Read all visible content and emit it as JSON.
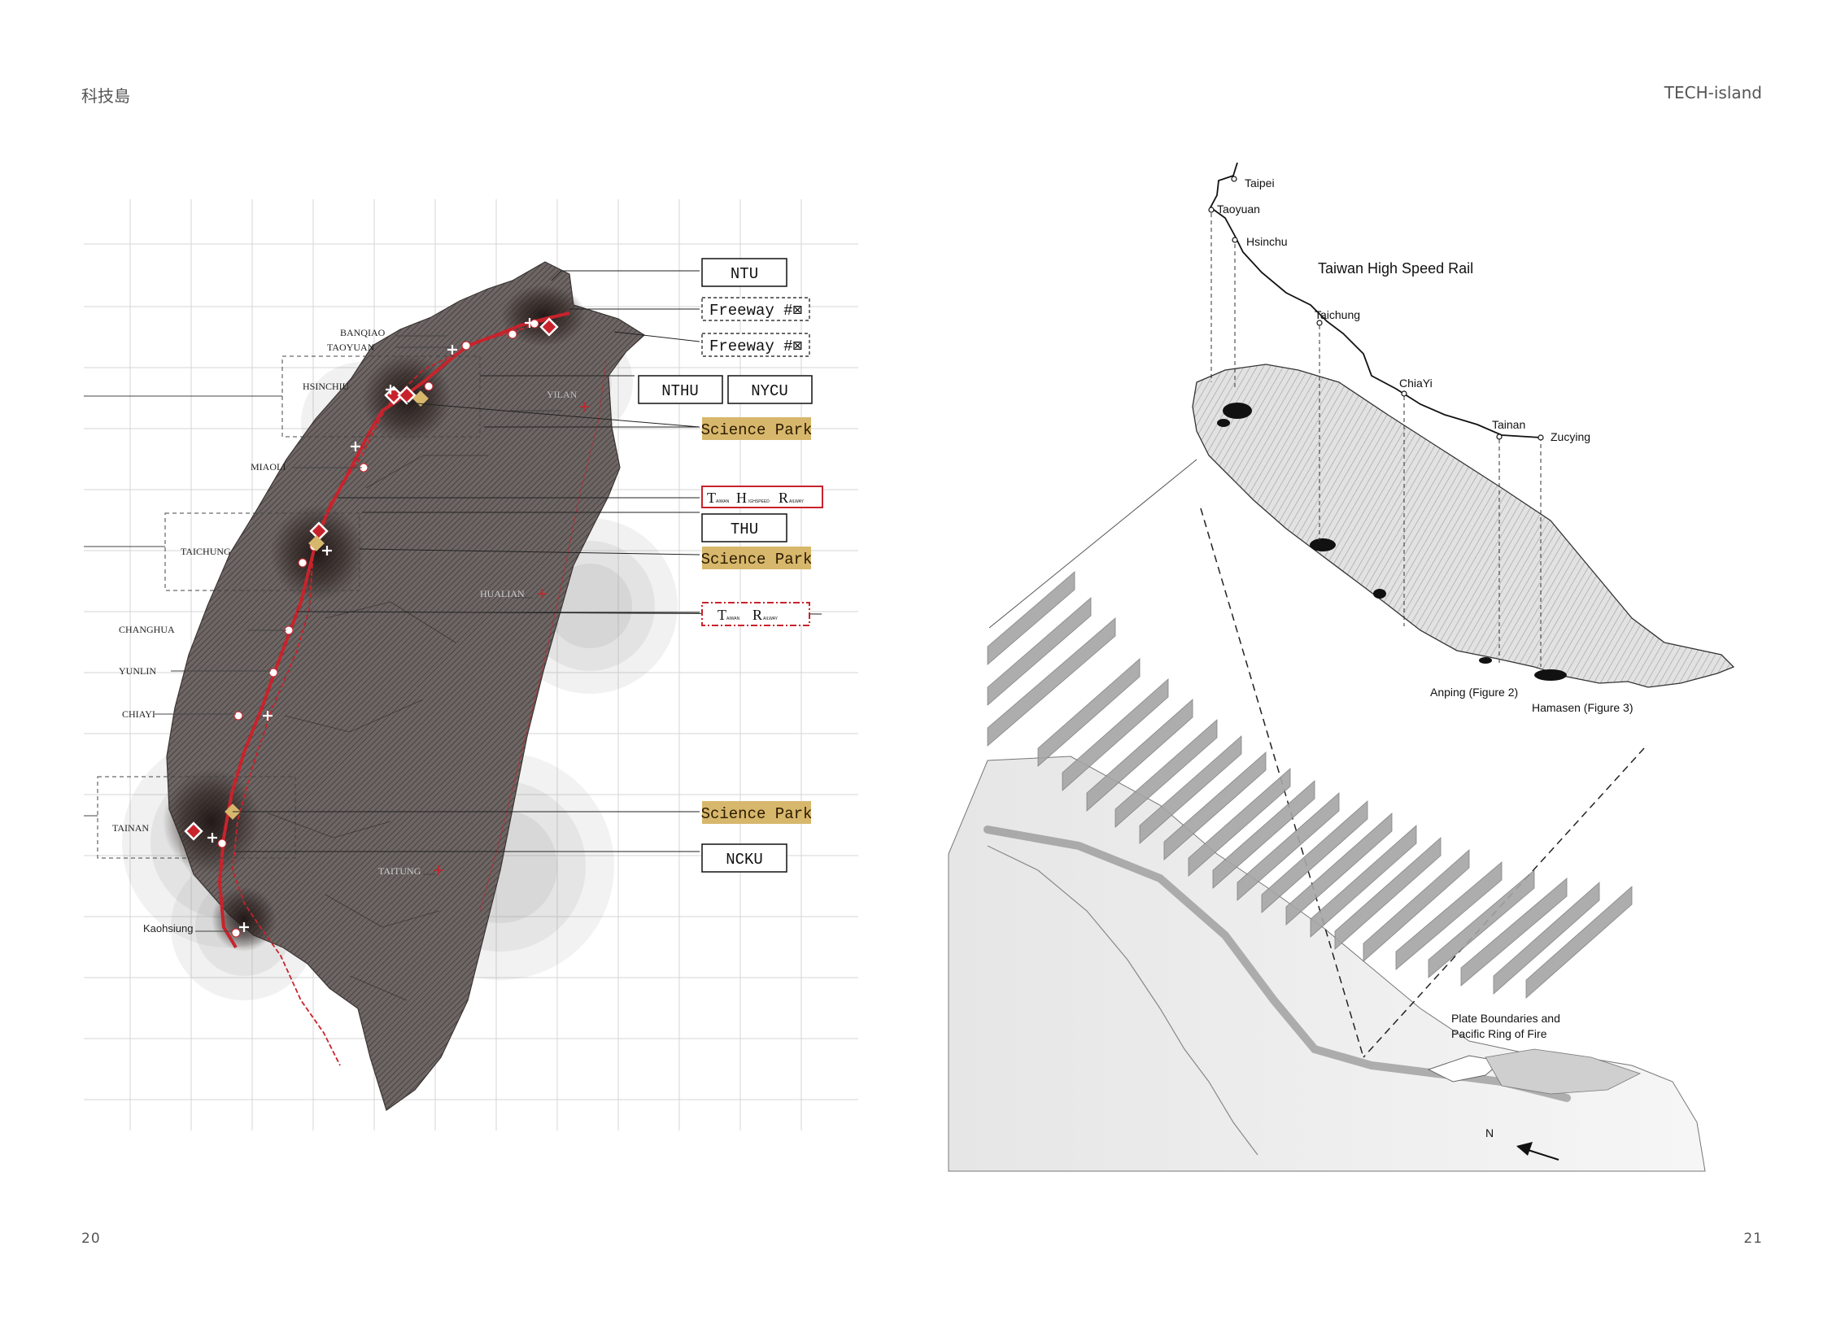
{
  "header": {
    "left": "科技島",
    "right": "TECH-island"
  },
  "page_numbers": {
    "left": "20",
    "right": "21"
  },
  "left_map": {
    "cities": [
      {
        "name": "BANQIAO"
      },
      {
        "name": "TAOYUAN"
      },
      {
        "name": "HSINCHIU"
      },
      {
        "name": "YILAN"
      },
      {
        "name": "MIAOLI"
      },
      {
        "name": "TAICHUNG"
      },
      {
        "name": "HUALIAN"
      },
      {
        "name": "CHANGHUA"
      },
      {
        "name": "YUNLIN"
      },
      {
        "name": "CHIAYI"
      },
      {
        "name": "TAINAN"
      },
      {
        "name": "TAITUNG"
      },
      {
        "name": "Kaohsiung"
      }
    ],
    "legend": {
      "ntu": "NTU",
      "freeway1": "Freeway #⊠",
      "freeway2": "Freeway #⊠",
      "nthu": "NTHU",
      "nycu": "NYCU",
      "science_park": "Science Park",
      "thsr_t": "T",
      "thsr_small1": "AIWAN",
      "thsr_h": "H",
      "thsr_small2": "IGHSPEED",
      "thsr_r": "R",
      "thsr_small3": "AILWAY",
      "thu": "THU",
      "tr_t": "T",
      "tr_small1": "AIWAN",
      "tr_r": "R",
      "tr_small2": "AILWAY",
      "ncku": "NCKU"
    },
    "colors": {
      "rail": "#c8232c",
      "science_park": "#d7b76c",
      "island": "#5a5452"
    }
  },
  "right_map": {
    "title": "Taiwan High Speed Rail",
    "stations": [
      "Taipei",
      "Taoyuan",
      "Hsinchu",
      "Taichung",
      "ChiaYi",
      "Tainan",
      "Zucying"
    ],
    "annotations": {
      "anping": "Anping (Figure 2)",
      "hamasen": "Hamasen (Figure 3)",
      "plate1": "Plate Boundaries and",
      "plate2": "Pacific Ring of Fire",
      "north": "N"
    }
  }
}
